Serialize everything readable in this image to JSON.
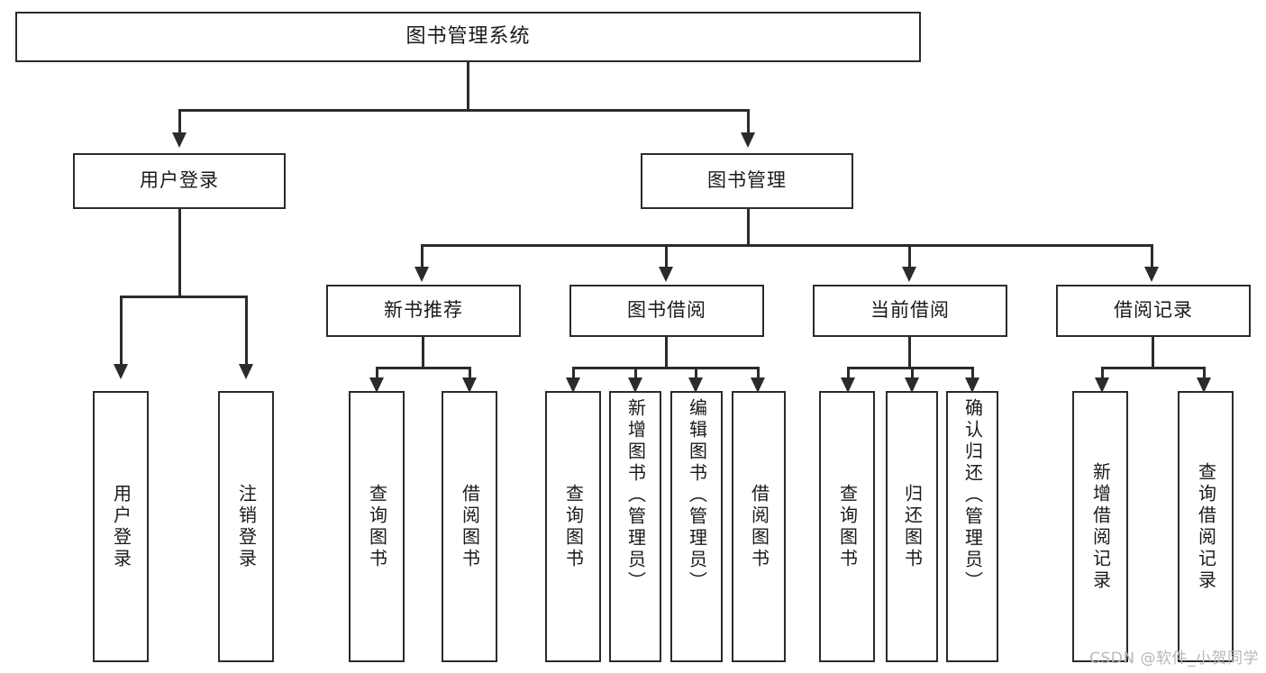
{
  "diagram": {
    "title": "图书管理系统",
    "watermark": "CSDN @软件_小贺同学",
    "root": {
      "label": "图书管理系统"
    },
    "level2": [
      {
        "label": "用户登录"
      },
      {
        "label": "图书管理"
      }
    ],
    "level3": [
      {
        "label": "新书推荐"
      },
      {
        "label": "图书借阅"
      },
      {
        "label": "当前借阅"
      },
      {
        "label": "借阅记录"
      }
    ],
    "leaves": {
      "user_login": [
        {
          "label": "用户登录"
        },
        {
          "label": "注销登录"
        }
      ],
      "new_book_recommend": [
        {
          "label": "查询图书"
        },
        {
          "label": "借阅图书"
        }
      ],
      "book_borrow": [
        {
          "label": "查询图书"
        },
        {
          "label": "新增图书（管理员）"
        },
        {
          "label": "编辑图书（管理员）"
        },
        {
          "label": "借阅图书"
        }
      ],
      "current_borrow": [
        {
          "label": "查询图书"
        },
        {
          "label": "归还图书"
        },
        {
          "label": "确认归还（管理员）"
        }
      ],
      "borrow_record": [
        {
          "label": "新增借阅记录"
        },
        {
          "label": "查询借阅记录"
        }
      ]
    },
    "colors": {
      "stroke": "#2b2b2b",
      "fill": "#ffffff",
      "text": "#1a1a1a",
      "watermark": "#b8b8b8"
    }
  }
}
